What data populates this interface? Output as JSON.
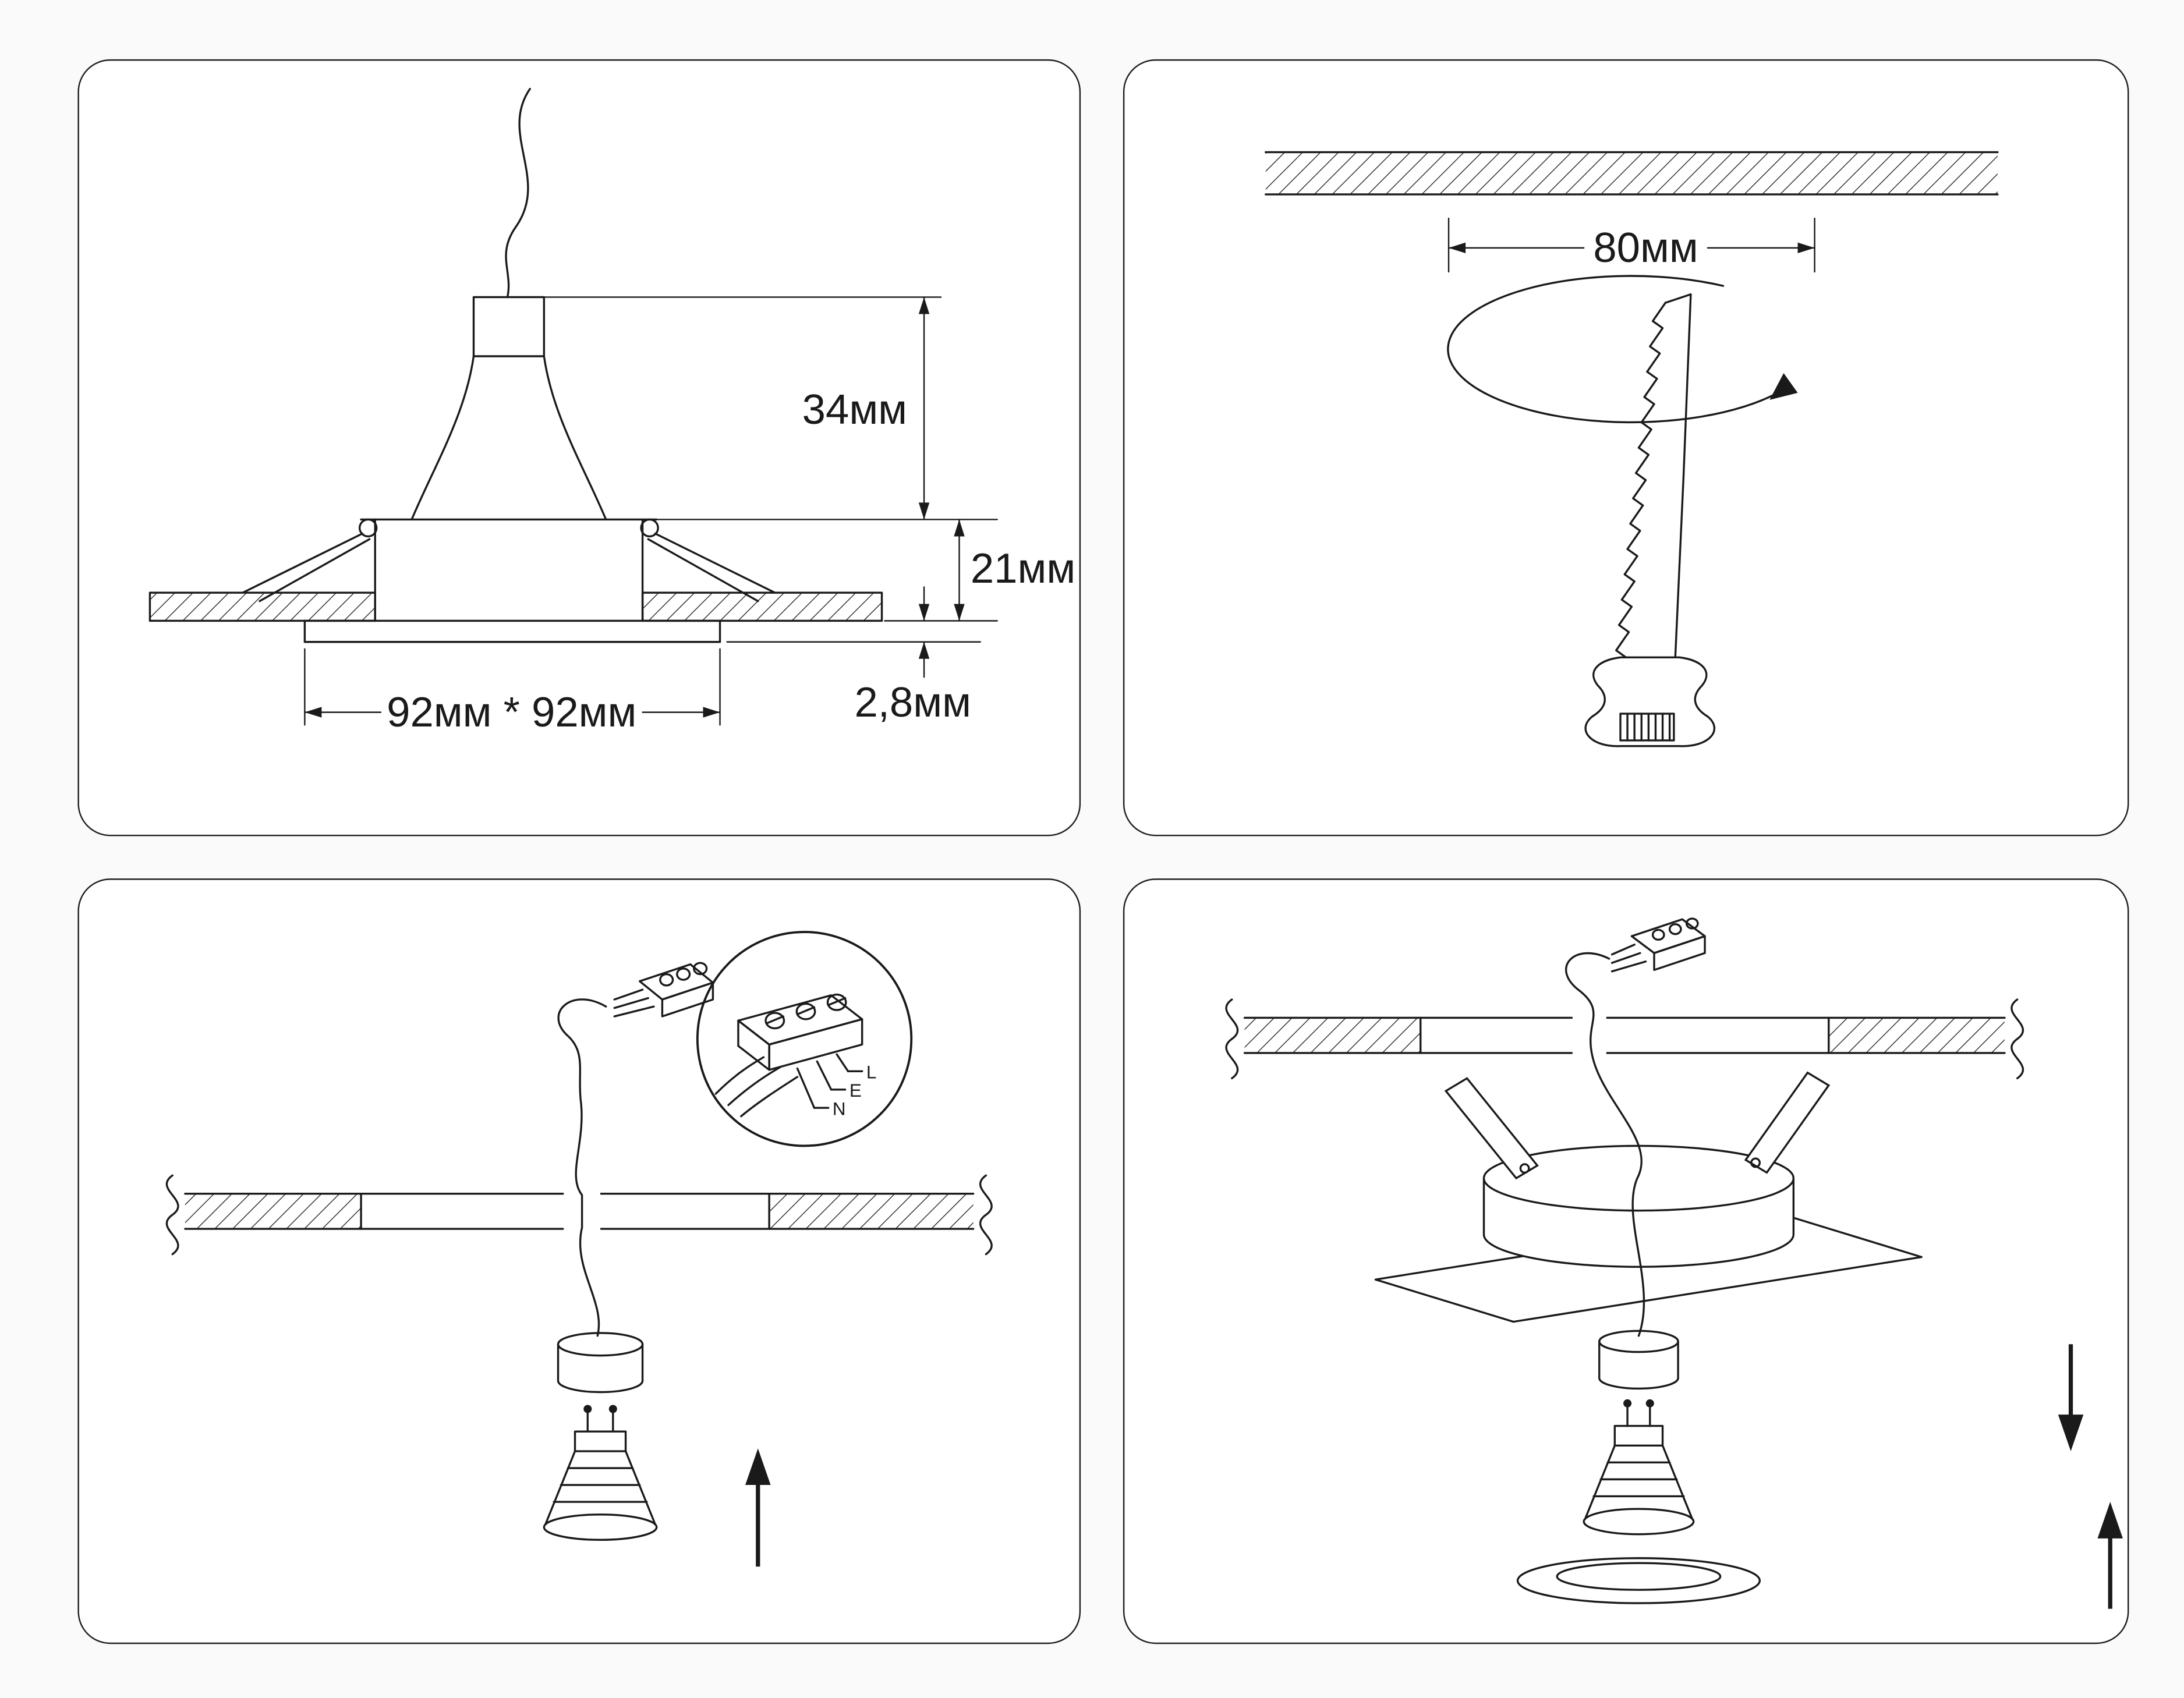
{
  "colors": {
    "line": "#1a1a1a",
    "background": "#fafafa",
    "panel_bg": "#ffffff"
  },
  "panel_dimensions": {
    "fixture_height": "34мм",
    "recess_depth": "21мм",
    "trim_thickness": "2,8мм",
    "cutout_size": "92мм * 92мм"
  },
  "panel_cutting": {
    "hole_diameter": "80мм"
  },
  "panel_wiring": {
    "terminal_live": "L",
    "terminal_earth": "E",
    "terminal_neutral": "N"
  }
}
